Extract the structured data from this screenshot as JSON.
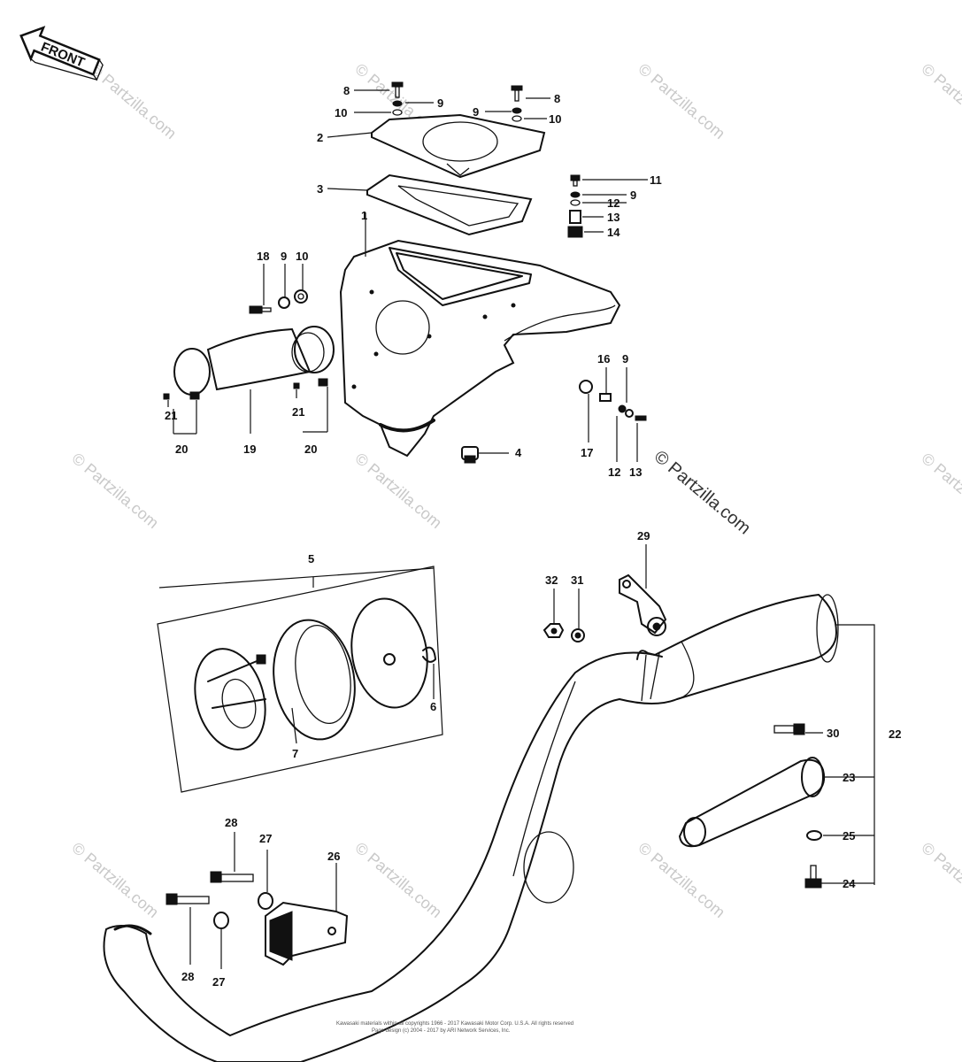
{
  "front_label": "FRONT",
  "callouts": {
    "c1": "1",
    "c2": "2",
    "c3": "3",
    "c4": "4",
    "c5": "5",
    "c6": "6",
    "c7": "7",
    "c8a": "8",
    "c8b": "8",
    "c9a": "9",
    "c9b": "9",
    "c9c": "9",
    "c9d": "9",
    "c9e": "9",
    "c10a": "10",
    "c10b": "10",
    "c10c": "10",
    "c11": "11",
    "c12a": "12",
    "c12b": "12",
    "c13a": "13",
    "c13b": "13",
    "c14": "14",
    "c16": "16",
    "c17": "17",
    "c18": "18",
    "c19": "19",
    "c20a": "20",
    "c20b": "20",
    "c21a": "21",
    "c21b": "21",
    "c22": "22",
    "c23": "23",
    "c24": "24",
    "c25": "25",
    "c26": "26",
    "c27a": "27",
    "c27b": "27",
    "c28a": "28",
    "c28b": "28",
    "c29": "29",
    "c30": "30",
    "c31": "31",
    "c32": "32"
  },
  "watermark": "© Partzilla.com",
  "copyright_line1": "Kawasaki materials within all copyrights 1966 - 2017 Kawasaki Motor Corp. U.S.A. All rights reserved",
  "copyright_line2": "Page design (c) 2004 - 2017 by ARI Network Services, Inc."
}
